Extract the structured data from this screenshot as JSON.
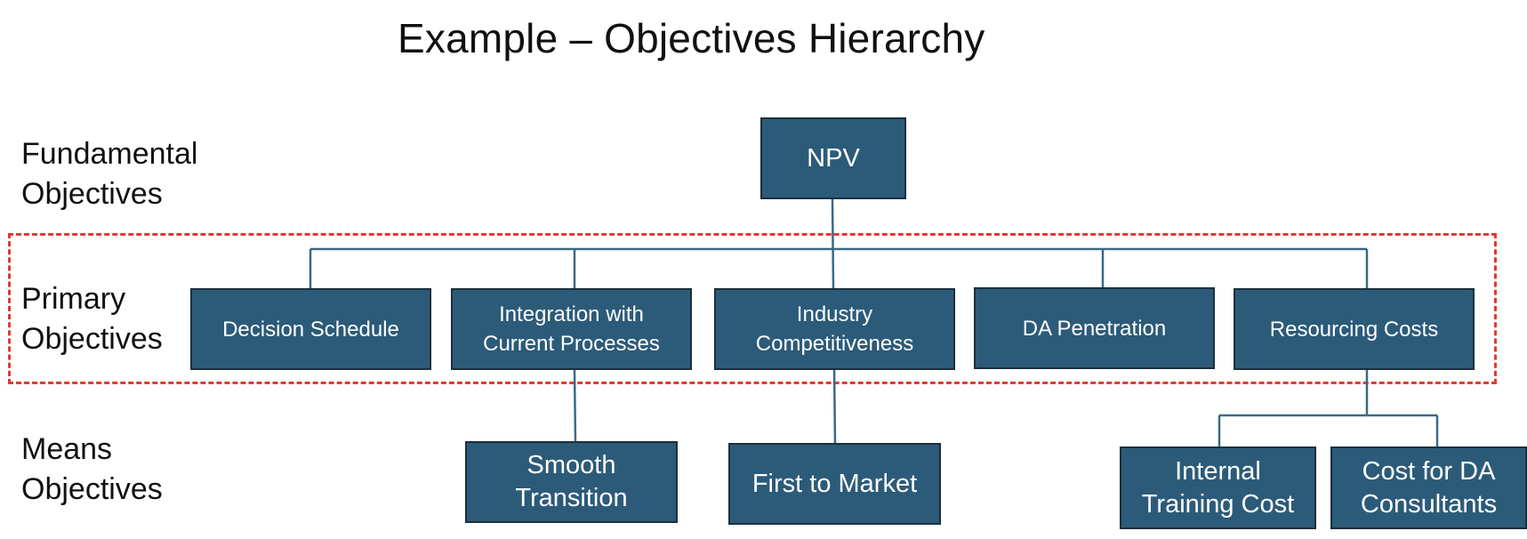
{
  "title": "Example – Objectives Hierarchy",
  "colors": {
    "node_fill": "#2c5b79",
    "node_border": "#1c2f3d",
    "connector": "#3a6a88",
    "highlight_frame": "#e03a33"
  },
  "row_labels": {
    "fundamental": "Fundamental\nObjectives",
    "primary": "Primary\nObjectives",
    "means": "Means\nObjectives"
  },
  "nodes": {
    "npv": "NPV",
    "decision_schedule": "Decision Schedule",
    "integration": "Integration with\nCurrent Processes",
    "industry": "Industry\nCompetitiveness",
    "da_penetration": "DA Penetration",
    "resourcing_costs": "Resourcing Costs",
    "smooth_transition": "Smooth\nTransition",
    "first_to_market": "First to Market",
    "internal_training": "Internal\nTraining Cost",
    "da_consultants": "Cost for DA\nConsultants"
  }
}
